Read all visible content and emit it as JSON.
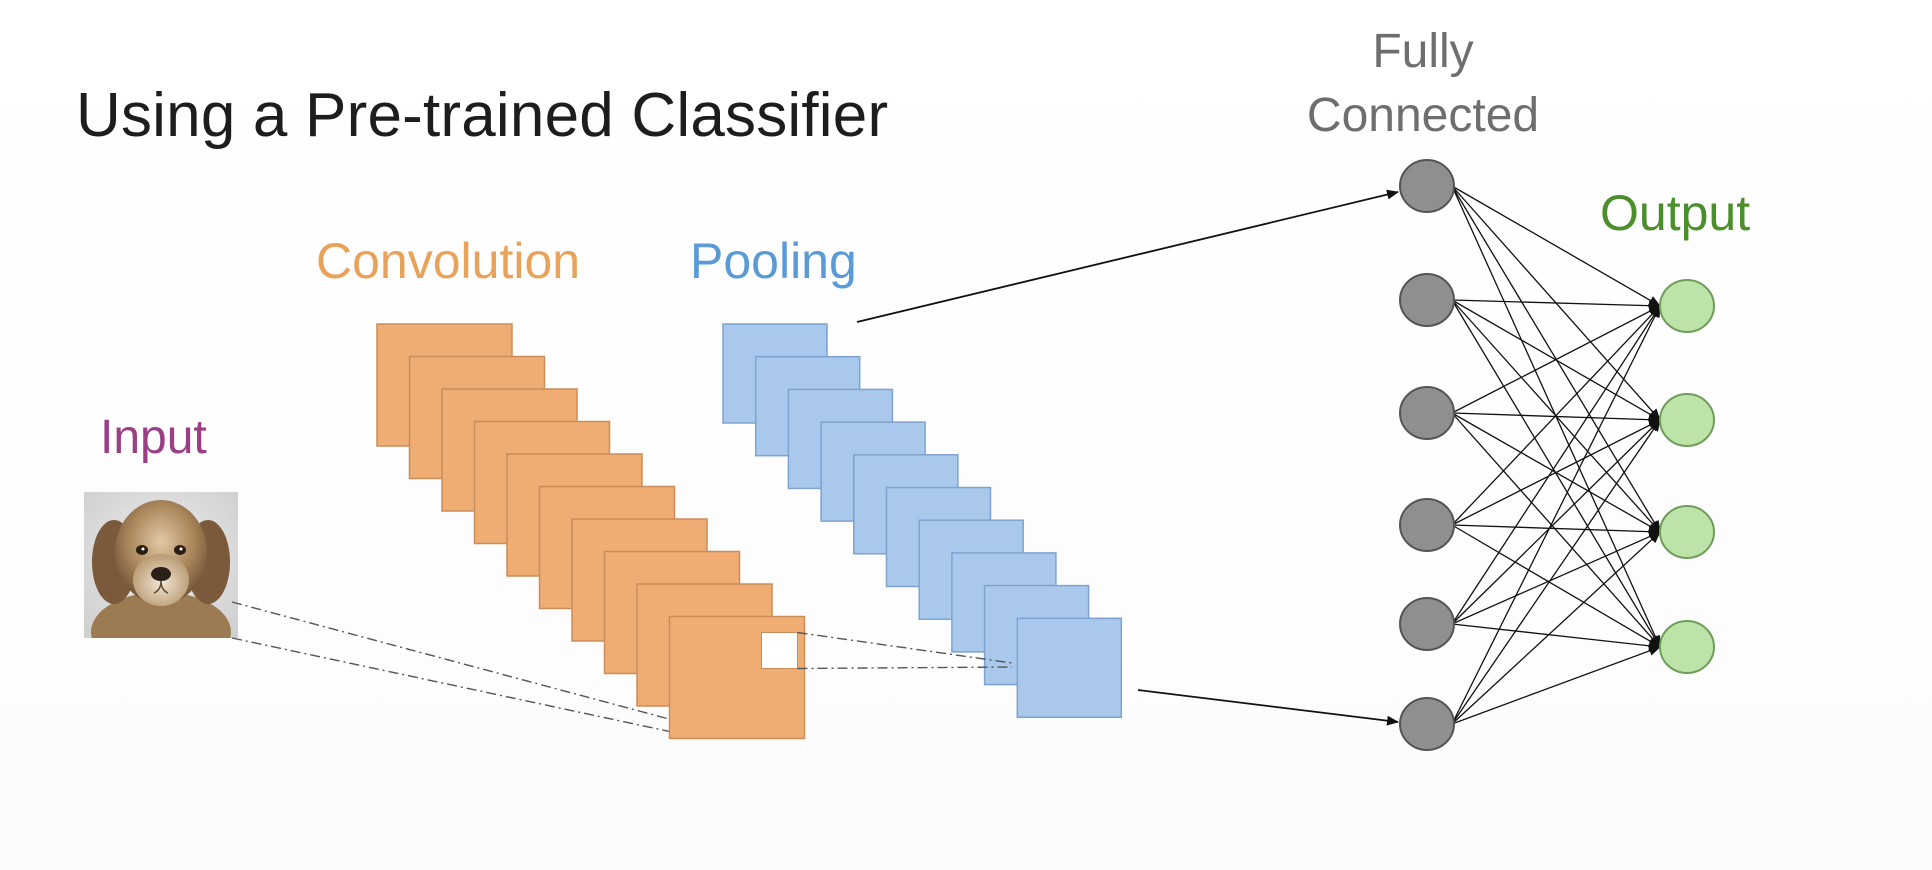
{
  "slide": {
    "title": "Using a Pre-trained Classifier"
  },
  "labels": {
    "input": "Input",
    "convolution": "Convolution",
    "pooling": "Pooling",
    "fully_connected_line1": "Fully",
    "fully_connected_line2": "Connected",
    "output": "Output"
  },
  "colors": {
    "title": "#1d1d1d",
    "input_label": "#9a3f86",
    "convolution_label": "#e8a25a",
    "pooling_label": "#5b9bd5",
    "fully_connected_label": "#6e6e6e",
    "output_label": "#4a8f2a",
    "conv_fill": "#f0ad73",
    "conv_stroke": "#c98d5a",
    "pool_fill": "#a9c8ec",
    "pool_stroke": "#7ea3cf",
    "fc_node_fill": "#8f8f8f",
    "fc_node_stroke": "#555555",
    "out_node_fill": "#bde3a8",
    "out_node_stroke": "#6f9d5a"
  },
  "network": {
    "conv_feature_maps": 10,
    "pool_feature_maps": 10,
    "fully_connected_nodes": 6,
    "output_nodes": 4
  },
  "icons": {
    "input_image": "dog-photo",
    "arrow": "arrow-right"
  }
}
